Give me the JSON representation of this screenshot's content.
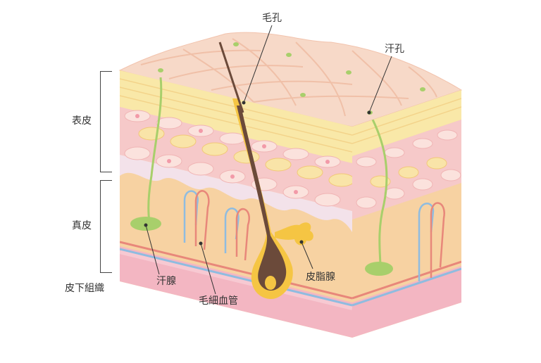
{
  "labels": {
    "pore": "毛孔",
    "sweat_pore": "汗孔",
    "epidermis": "表皮",
    "dermis": "真皮",
    "subcutaneous": "皮下組織",
    "sweat_gland": "汗腺",
    "capillary": "毛細血管",
    "sebaceous_gland": "皮脂腺"
  },
  "colors": {
    "skin_surface": "#f7d9c8",
    "epidermis_pink": "#f6c9c9",
    "epidermis_yellow": "#f8e3a8",
    "dermis": "#f7d2a2",
    "subcutaneous": "#f3b6c2",
    "hair": "#6b4a3a",
    "hair_sheath": "#f5c543",
    "sweat_gland": "#a8cf6b",
    "artery": "#e8877a",
    "vein": "#8fbce0"
  }
}
